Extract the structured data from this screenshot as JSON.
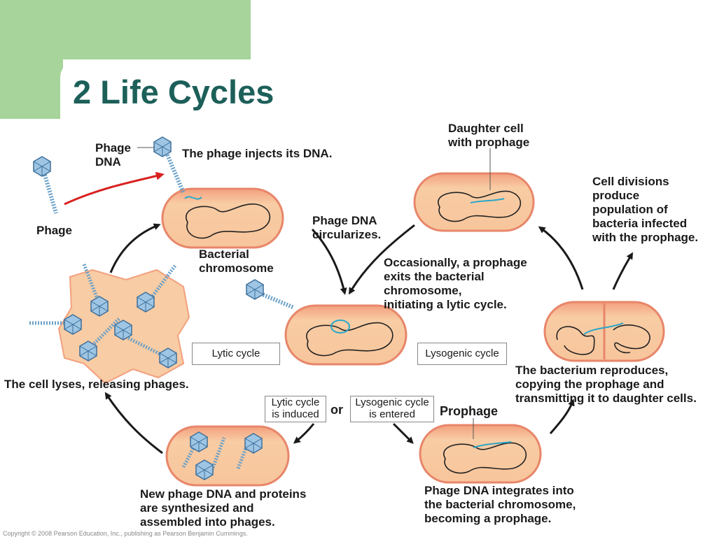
{
  "title": "2 Life Cycles",
  "labels": {
    "phage_dna": "Phage\nDNA",
    "phage_injects": "The phage injects its DNA.",
    "phage": "Phage",
    "bacterial_chromosome": "Bacterial\nchromosome",
    "phage_dna_circularizes": "Phage DNA\ncircularizes.",
    "daughter_cell": "Daughter cell\nwith prophage",
    "cell_divisions": "Cell divisions\nproduce\npopulation of\nbacteria infected\nwith the prophage.",
    "prophage_exits": "Occasionally, a prophage\nexits the bacterial\nchromosome,\ninitiating a lytic cycle.",
    "cell_lyses": "The cell lyses, releasing phages.",
    "bacterium_reproduces": "The bacterium reproduces,\ncopying the prophage and\ntransmitting it to daughter cells.",
    "prophage": "Prophage",
    "or": "or",
    "new_phage_dna": "New phage DNA and proteins\nare synthesized and\nassembled into phages.",
    "integrates": "Phage DNA integrates into\nthe bacterial chromosome,\nbecoming a prophage.",
    "copyright": "Copyright © 2008 Pearson Education, Inc., publishing as Pearson Benjamin Cummings."
  },
  "boxes": {
    "lytic_cycle": "Lytic cycle",
    "lysogenic_cycle": "Lysogenic cycle",
    "lytic_induced": "Lytic cycle\nis induced",
    "lysogenic_entered": "Lysogenic cycle\nis entered"
  },
  "colors": {
    "title": "#1d5f59",
    "accent_green": "#a6d49a",
    "cell_fill": "#f8c9a0",
    "cell_edge": "#e8866a",
    "phage_blue": "#6aa0c8",
    "prophage_dna": "#2aa6c8",
    "arrow_red": "#d82020"
  }
}
